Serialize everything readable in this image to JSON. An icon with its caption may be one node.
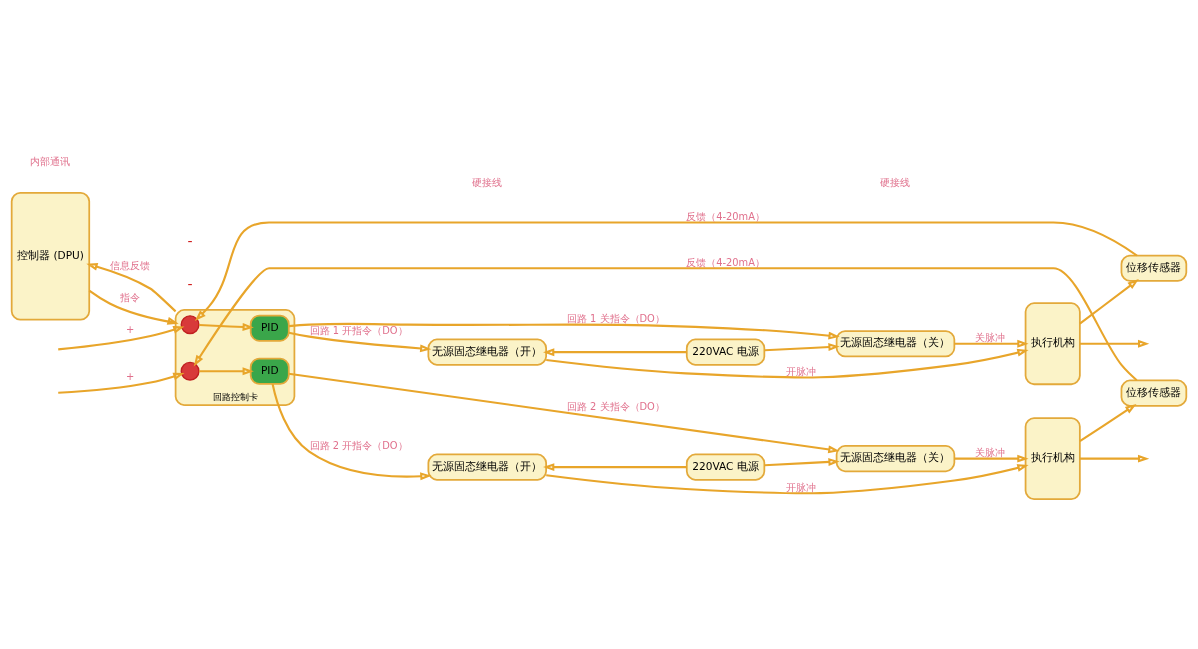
{
  "diagram": {
    "nodes": [
      {
        "text": [
          "控制器 (DPU)"
        ]
      },
      {
        "text": [
          "回路控制卡"
        ]
      },
      {
        "text": [],
        "shape": "circle",
        "in": 1
      },
      {
        "text": [
          "PID"
        ],
        "in": 1
      },
      {
        "text": [],
        "shape": "circle",
        "in": 1
      },
      {
        "text": [
          "PID"
        ],
        "in": 1
      },
      {
        "text": [
          "无源固态继电器（开）"
        ]
      },
      {
        "text": [
          "220VAC 电源"
        ]
      },
      {
        "text": [
          "无源固态继电器（关）"
        ]
      },
      {
        "text": [
          "无源固态继电器（开）"
        ]
      },
      {
        "text": [
          "220VAC 电源"
        ]
      },
      {
        "text": [
          "无源固态继电器（关）"
        ]
      },
      {
        "text": [
          "执行机构"
        ]
      },
      {
        "text": [
          "执行机构"
        ]
      },
      {
        "text": [
          "位移传感器"
        ]
      },
      {
        "text": [
          "位移传感器"
        ]
      }
    ],
    "edges": [
      {
        "from": 14,
        "to": 2,
        "arrow": "to",
        "label": "反馈（4-20mA）"
      },
      {
        "from": 1,
        "to": 0,
        "arrow": "to",
        "label": "信息反馈"
      },
      {
        "from": 0,
        "to": 1,
        "arrow": "to",
        "label": "指令"
      },
      {
        "from": null,
        "to": 2,
        "arrow": "to",
        "label": "+"
      },
      {
        "from": 2,
        "to": 3,
        "arrow": "to"
      },
      {
        "from": 3,
        "to": 6,
        "arrow": "to",
        "label": "回路 1 开指令（DO）"
      },
      {
        "from": 3,
        "to": 8,
        "arrow": "to",
        "label": "回路 1 关指令（DO）"
      },
      {
        "from": 7,
        "to": 6,
        "arrow": "to"
      },
      {
        "from": 7,
        "to": 8,
        "arrow": "to"
      },
      {
        "from": 6,
        "to": 12,
        "arrow": "to",
        "label": "开脉冲"
      },
      {
        "from": 8,
        "to": 12,
        "arrow": "to",
        "label": "关脉冲"
      },
      {
        "from": 12,
        "to": 14,
        "arrow": "to"
      },
      {
        "from": 12,
        "to": null,
        "arrow": "to"
      },
      {
        "from": null,
        "to": 4,
        "arrow": "to",
        "label": "+"
      },
      {
        "from": 4,
        "to": 5,
        "arrow": "to"
      },
      {
        "from": 5,
        "to": 9,
        "arrow": "to",
        "label": "回路 2 开指令（DO）"
      },
      {
        "from": 5,
        "to": 11,
        "arrow": "to",
        "label": "回路 2 关指令（DO）"
      },
      {
        "from": 10,
        "to": 9,
        "arrow": "to"
      },
      {
        "from": 10,
        "to": 11,
        "arrow": "to"
      },
      {
        "from": 9,
        "to": 13,
        "arrow": "to",
        "label": "开脉冲"
      },
      {
        "from": 11,
        "to": 13,
        "arrow": "to",
        "label": "关脉冲"
      },
      {
        "from": 13,
        "to": 15,
        "arrow": "to"
      },
      {
        "from": 13,
        "to": null,
        "arrow": "to"
      },
      {
        "from": 15,
        "to": 4,
        "arrow": "to",
        "label": "反馈（4-20mA）"
      }
    ],
    "labels": [
      "硬接线",
      "内部通讯",
      "-",
      "-",
      "硬接线"
    ]
  }
}
